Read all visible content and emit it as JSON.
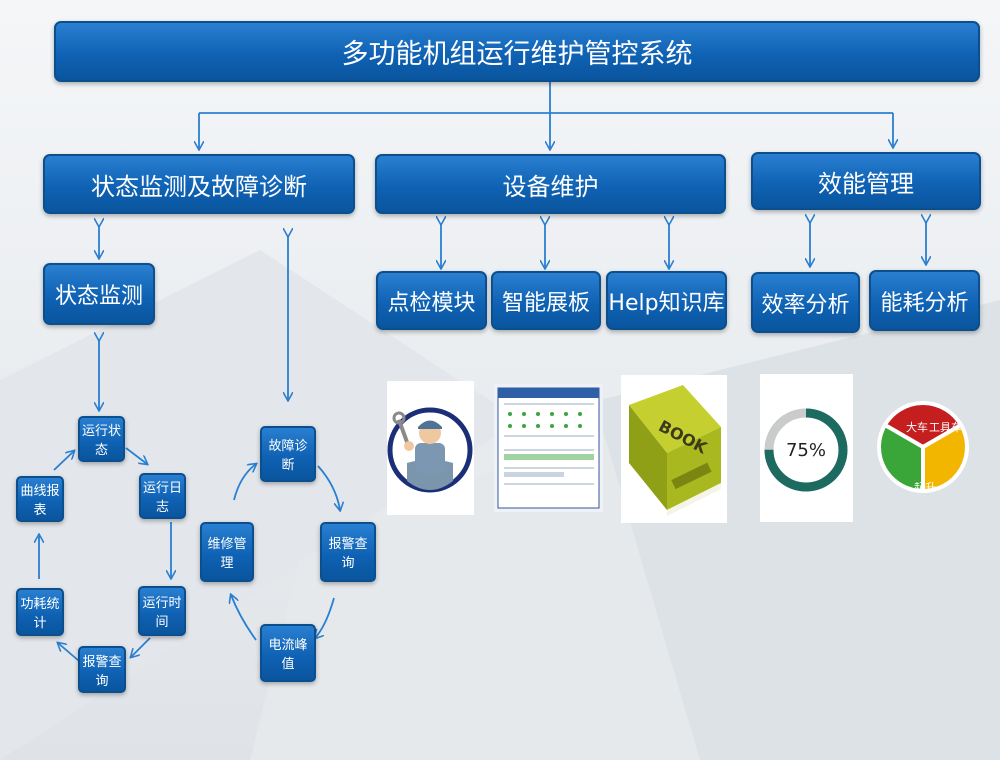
{
  "title": "多功能机组运行维护管控系统",
  "level2": {
    "monitor": "状态监测及故障诊断",
    "maintenance": "设备维护",
    "efficiency": "效能管理"
  },
  "level3": {
    "status_monitor": "状态监测",
    "inspection": "点检模块",
    "smart_board": "智能展板",
    "help_kb": "Help知识库",
    "efficiency_analysis": "效率分析",
    "energy_analysis": "能耗分析"
  },
  "monitor_cycle": [
    "运行状态",
    "运行日志",
    "运行时间",
    "报警查询",
    "功耗统计",
    "曲线报表"
  ],
  "diagnosis_cycle": [
    "故障诊断",
    "报警查询",
    "电流峰值",
    "维修管理"
  ],
  "book_label": "BOOK",
  "gauge": {
    "label": "75%",
    "value": 0.75,
    "ring_color": "#1d6a61",
    "track_color": "#c9cccb"
  },
  "pie": {
    "slices": [
      {
        "label": "大车",
        "color": "#c41e1e"
      },
      {
        "label": "工具车",
        "color": "#f2b600"
      },
      {
        "label": "起升",
        "color": "#3aa63a"
      }
    ]
  },
  "colors": {
    "box": "#0f62b4",
    "arrow": "#2a7fd0"
  }
}
